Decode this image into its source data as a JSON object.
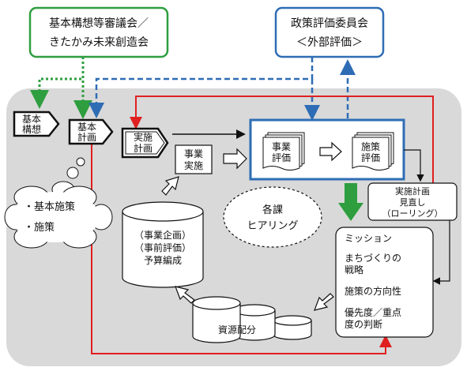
{
  "top_left_box": {
    "line1": "基本構想等審議会／",
    "line2": "きたかみ未来創造会"
  },
  "top_right_box": {
    "line1": "政策評価委員会",
    "line2": "＜外部評価＞"
  },
  "tag_kihon_koso": {
    "line1": "基本",
    "line2": "構想"
  },
  "tag_kihon_keikaku": {
    "line1": "基本",
    "line2": "計画"
  },
  "tag_jisshi_keikaku": {
    "line1": "実施",
    "line2": "計画"
  },
  "jigyo_jisshi": {
    "line1": "事業",
    "line2": "実施"
  },
  "jigyo_hyoka": {
    "line1": "事業",
    "line2": "評価"
  },
  "shisaku_hyoka": {
    "line1": "施策",
    "line2": "評価"
  },
  "cloud": {
    "item1": "・基本施策",
    "item2": "・施策"
  },
  "kakuka_hearing": {
    "line1": "各課",
    "line2": "ヒアリング"
  },
  "yosan_cylinder": {
    "line1": "（事業企画）",
    "line2": "（事前評価）",
    "line3": "予算編成"
  },
  "shigen_haibun": {
    "label": "資源配分"
  },
  "minaoshi_box": {
    "line1": "実施計画",
    "line2": "見直し",
    "line3": "（ローリング）"
  },
  "mission_box": {
    "title": "ミッション",
    "item1_line1": "まちづくりの",
    "item1_line2": "戦略",
    "item2": "施策の方向性",
    "item3_line1": "優先度／重点",
    "item3_line2": "度の判断"
  },
  "colors": {
    "panel": "#d9d9d9",
    "green": "#2e9e3f",
    "blue": "#2e6db5",
    "red": "#e02020",
    "outline": "#111111"
  }
}
